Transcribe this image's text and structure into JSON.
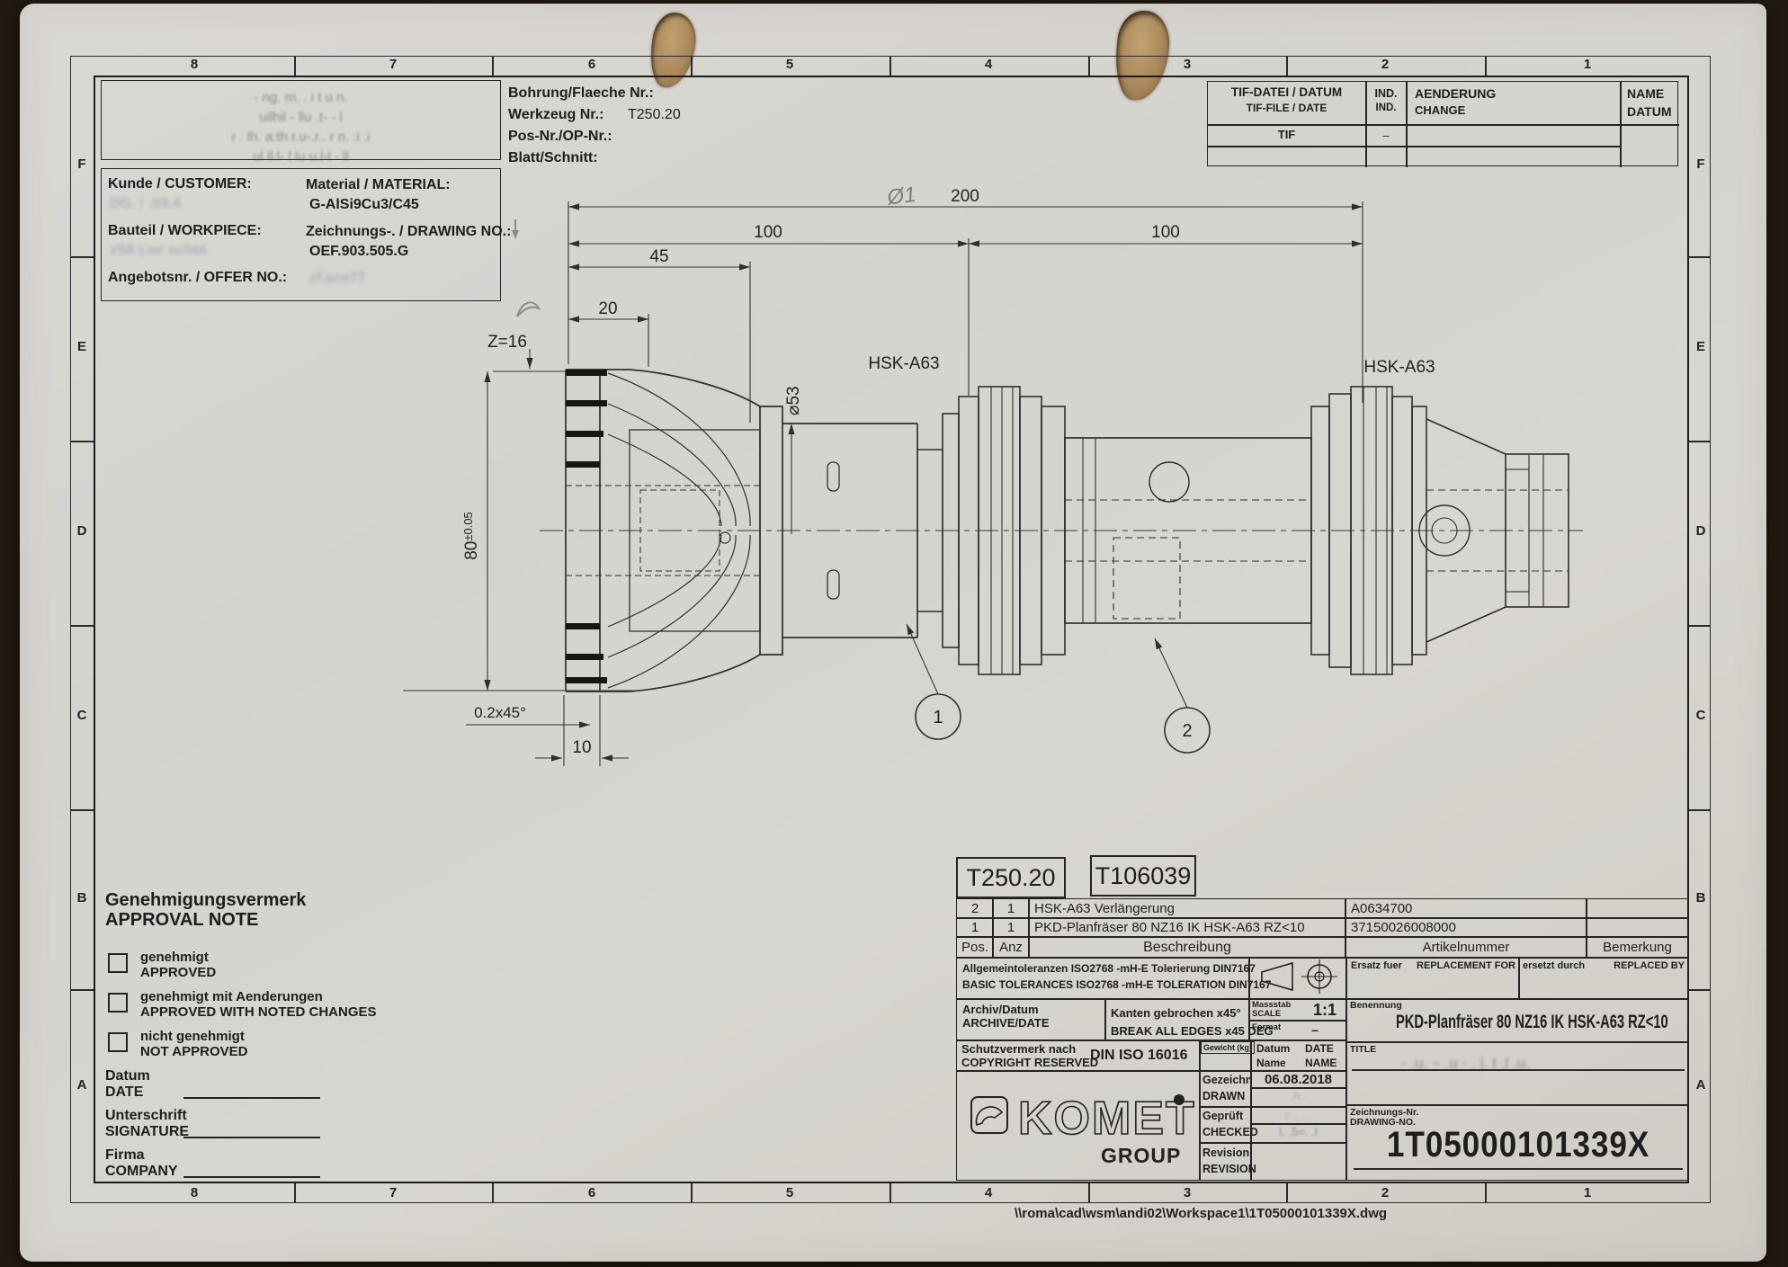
{
  "zones": {
    "cols": [
      "8",
      "7",
      "6",
      "5",
      "4",
      "3",
      "2",
      "1"
    ],
    "rows": [
      "F",
      "E",
      "D",
      "C",
      "B",
      "A"
    ]
  },
  "stamp": {
    "line1": "- ng. m.   . i t u n.",
    "line2": "uilhil - llu   .t- -   l",
    "line3": "r . lh.  a:th  r.u-.r.. r n.  :i .i",
    "line4": "ul  ll.l- l lu  u.l-l - ll"
  },
  "tool_info": {
    "bohrung_label": "Bohrung/Flaeche Nr.:",
    "werkzeug_label": "Werkzeug Nr.:",
    "werkzeug_value": "T250.20",
    "pos_label": "Pos-Nr./OP-Nr.:",
    "blatt_label": "Blatt/Schnitt:"
  },
  "change_table": {
    "tif_datei": "TIF-DATEI / DATUM",
    "tif_file": "TIF-FILE / DATE",
    "ind_de": "IND.",
    "ind_en": "IND.",
    "aenderung": "AENDERUNG",
    "change": "CHANGE",
    "name": "NAME",
    "datum": "DATUM",
    "row_tif": "TIF",
    "row_ind": "–"
  },
  "customer_block": {
    "kunde_label": "Kunde / CUSTOMER:",
    "kunde_value": "DG. / .S9.4",
    "material_label": "Material / MATERIAL:",
    "material_value": "G-AlSi9Cu3/C45",
    "bauteil_label": "Bauteil / WORKPIECE:",
    "bauteil_value": "zS8 t.wr schtd",
    "zeichnung_label": "Zeichnungs-. / DRAWING NO.:",
    "zeichnung_value": "OEF.903.505.G",
    "angebot_label": "Angebotsnr. / OFFER NO.:",
    "angebot_value": "zf.sce77"
  },
  "drawing": {
    "dim_200": "200",
    "pencil_note": "Ø1",
    "dim_100_left": "100",
    "dim_100_right": "100",
    "dim_45": "45",
    "dim_20": "20",
    "z_label": "Z=16",
    "phi_label": "⌀53",
    "dim_80": "80",
    "dim_80_tol": "±0.05",
    "chamfer_label": "0.2x45°",
    "dim_10": "10",
    "hsk_left": "HSK-A63",
    "hsk_right": "HSK-A63",
    "balloon_1": "1",
    "balloon_2": "2"
  },
  "title_block": {
    "t_number_1": "T250.20",
    "t_number_2": "T106039",
    "parts": {
      "rows": [
        {
          "pos": "2",
          "anz": "1",
          "beschreibung": "HSK-A63 Verlängerung",
          "artikelnummer": "A0634700",
          "bemerkung": ""
        },
        {
          "pos": "1",
          "anz": "1",
          "beschreibung": "PKD-Planfräser 80 NZ16 IK HSK-A63 RZ<10",
          "artikelnummer": "37150026008000",
          "bemerkung": ""
        }
      ],
      "header": {
        "pos": "Pos.",
        "anz": "Anz",
        "beschreibung": "Beschreibung",
        "artikelnummer": "Artikelnummer",
        "bemerkung": "Bemerkung"
      }
    },
    "tolerances_line1": "Allgemeintoleranzen ISO2768 -mH-E  Tolerierung DIN7167",
    "tolerances_line2": "BASIC TOLERANCES ISO2768 -mH-E  TOLERATION DIN7167",
    "ersatz_fuer": "Ersatz fuer",
    "replacement_for": "REPLACEMENT FOR",
    "ersetzt_durch": "ersetzt durch",
    "replaced_by": "REPLACED BY",
    "archiv": "Archiv/Datum  ARCHIVE/DATE",
    "kanten_line1": "Kanten gebrochen  x45°",
    "kanten_line2": "BREAK ALL EDGES  x45 DEG",
    "massstab": "Massstab",
    "scale": "SCALE",
    "scale_value": "1:1",
    "format_label": "Format",
    "format_value": "–",
    "benennung_label": "Benennung",
    "benennung_value": "PKD-Planfräser 80 NZ16 IK HSK-A63 RZ<10",
    "title_label": "TITLE",
    "title_value": "- .u. ~ .u    -    . |. t .l  .u.",
    "schutz_line1": "Schutzvermerk nach",
    "schutz_line2": "COPYRIGHT RESERVED",
    "din": "DIN ISO 16016",
    "gewicht": "Gewicht (kg)",
    "datum_label": "Datum",
    "date_label": "DATE",
    "name_label": "Name",
    "name_en_label": "NAME",
    "gezeichn": "Gezeichn",
    "drawn": "DRAWN",
    "drawn_date": "06.08.2018",
    "drawn_name": ".h  .",
    "geprueft": "Geprüft",
    "checked": "CHECKED",
    "checked_entry1": "r.  ..   . .",
    "checked_entry2": "l. .5=. .l",
    "revision": "Revision",
    "revision_en": "REVISION",
    "logo_text": "KOMET",
    "logo_sub": "GROUP",
    "zeichnungs_nr_label": "Zeichnungs-Nr.",
    "drawing_no_label": "DRAWING-NO.",
    "drawing_number": "1T05000101339X"
  },
  "approval": {
    "heading_de": "Genehmigungsvermerk",
    "heading_en": "APPROVAL NOTE",
    "opt1_de": "genehmigt",
    "opt1_en": "APPROVED",
    "opt2_de": "genehmigt mit Aenderungen",
    "opt2_en": "APPROVED WITH NOTED CHANGES",
    "opt3_de": "nicht genehmigt",
    "opt3_en": "NOT APPROVED",
    "datum_de": "Datum",
    "datum_en": "DATE",
    "unterschrift_de": "Unterschrift",
    "unterschrift_en": "SIGNATURE",
    "firma_de": "Firma",
    "firma_en": "COMPANY"
  },
  "footer": {
    "file_path": "\\\\roma\\cad\\wsm\\andi02\\Workspace1\\1T05000101339X.dwg"
  }
}
